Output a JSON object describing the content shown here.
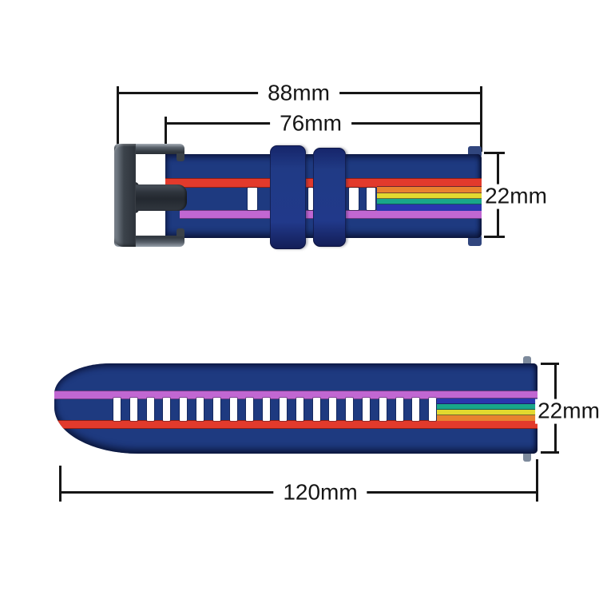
{
  "diagram": {
    "name": "rainbow-stripe-silicone-watch-band-dimensions",
    "buckle_view": {
      "total_width_label": "88mm",
      "band_width_label": "76mm",
      "strap_height_label": "22mm"
    },
    "tail_view": {
      "length_label": "120mm",
      "strap_height_label": "22mm"
    }
  },
  "colors": {
    "background": "#ffffff",
    "dimension_line": "#161616",
    "strap_navy": "#1e3a80",
    "keeper_navy": "#1d3178",
    "stripe_red": "#e23a2c",
    "stripe_orange": "#e8822f",
    "stripe_yellow": "#e2d92f",
    "stripe_teal": "#19a68a",
    "stripe_blue": "#2936ae",
    "stripe_purple": "#c167d2",
    "hole_white": "#ffffff",
    "buckle_dark": "#343b43",
    "buckle_light": "#9aa2ac",
    "pin_gray": "#7d8a9c"
  },
  "top_strap": {
    "hole_count": 4,
    "rainbow_order": [
      "stripe_orange",
      "stripe_yellow",
      "stripe_teal",
      "stripe_blue"
    ]
  },
  "bottom_strap": {
    "hole_count": 20,
    "rainbow_order": [
      "stripe_blue",
      "stripe_teal",
      "stripe_yellow",
      "stripe_orange"
    ]
  }
}
